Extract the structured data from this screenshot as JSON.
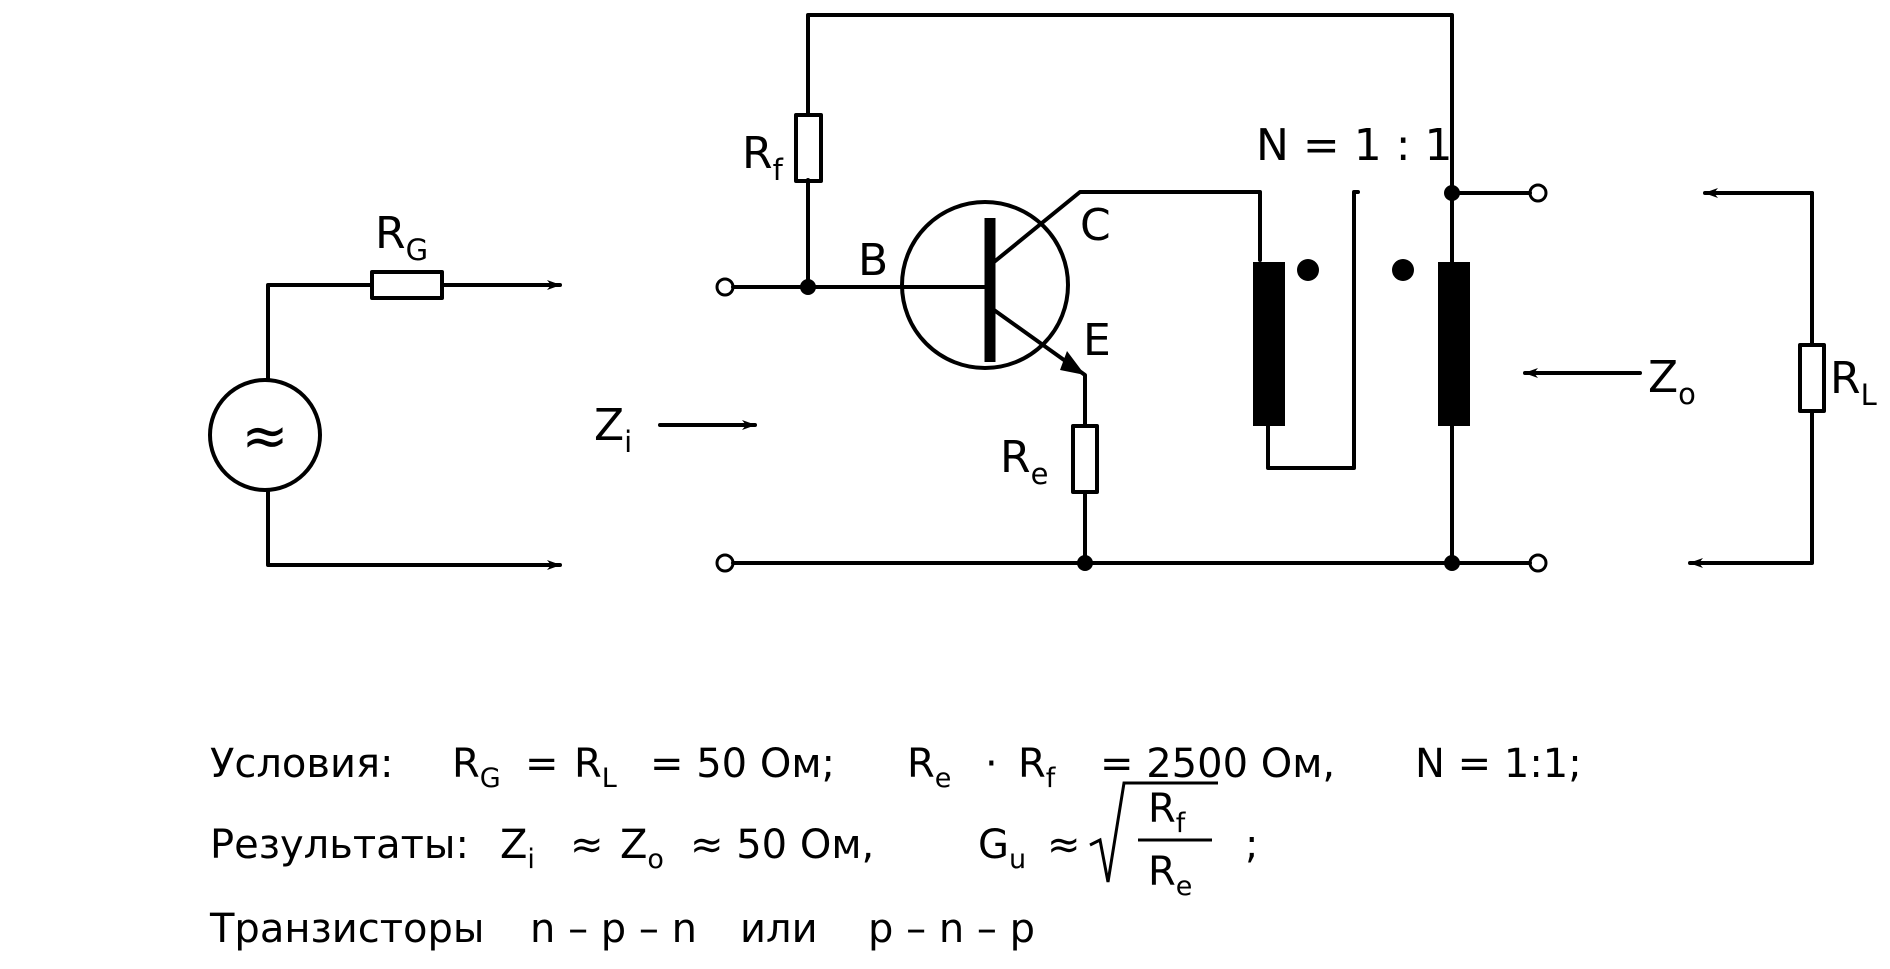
{
  "labels": {
    "rg_main": "R",
    "rg_sub": "G",
    "rf_main": "R",
    "rf_sub": "f",
    "re_main": "R",
    "re_sub": "e",
    "rl_main": "R",
    "rl_sub": "L",
    "zi_main": "Z",
    "zi_sub": "i",
    "zo_main": "Z",
    "zo_sub": "o",
    "base": "B",
    "collector": "C",
    "emitter": "E",
    "turns_ratio": "N = 1 : 1",
    "source_symbol": "≈"
  },
  "conditions": {
    "title": "Условия:",
    "rg": "R",
    "rg_sub": "G",
    "eq1": "=",
    "rl": "R",
    "rl_sub": "L",
    "value1": "= 50 Ом;",
    "re": "R",
    "re_sub": "e",
    "dot": "·",
    "rf": "R",
    "rf_sub": "f",
    "value2": "= 2500 Ом,",
    "n": "N = 1:1;"
  },
  "results": {
    "title": "Результаты:",
    "zi": "Z",
    "zi_sub": "i",
    "approx1": "≈",
    "zo": "Z",
    "zo_sub": "o",
    "value": "≈ 50 Ом,",
    "gu": "G",
    "gu_sub": "u",
    "approx2": "≈",
    "num": "R",
    "num_sub": "f",
    "den": "R",
    "den_sub": "e",
    "end": ";"
  },
  "transistors": {
    "title": "Транзисторы",
    "npn": "n – p – n",
    "or": "или",
    "pnp": "p – n – p"
  }
}
